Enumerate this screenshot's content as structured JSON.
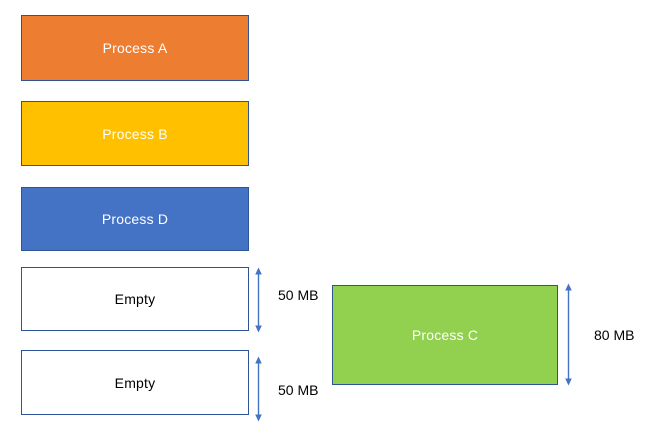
{
  "diagram": {
    "title": "memory-allocation-diagram",
    "background": "#FFFFFF",
    "border_color": "#2F5496",
    "arrow_color": "#4472C4",
    "label_color_dark": "#000000",
    "blocks": [
      {
        "id": "process-a",
        "label": "Process A",
        "fill": "#ED7D31",
        "text_color": "#FFFFFF"
      },
      {
        "id": "process-b",
        "label": "Process B",
        "fill": "#FFC000",
        "text_color": "#FFFFFF"
      },
      {
        "id": "process-d",
        "label": "Process D",
        "fill": "#4472C4",
        "text_color": "#FFFFFF"
      },
      {
        "id": "empty-1",
        "label": "Empty",
        "fill": "#FFFFFF",
        "text_color": "#000000"
      },
      {
        "id": "empty-2",
        "label": "Empty",
        "fill": "#FFFFFF",
        "text_color": "#000000"
      },
      {
        "id": "process-c",
        "label": "Process C",
        "fill": "#92D050",
        "text_color": "#FFFFFF"
      }
    ],
    "measurements": [
      {
        "id": "empty-1-size",
        "label": "50 MB",
        "target": "empty-1"
      },
      {
        "id": "empty-2-size",
        "label": "50 MB",
        "target": "empty-2"
      },
      {
        "id": "process-c-size",
        "label": "80 MB",
        "target": "process-c"
      }
    ]
  }
}
